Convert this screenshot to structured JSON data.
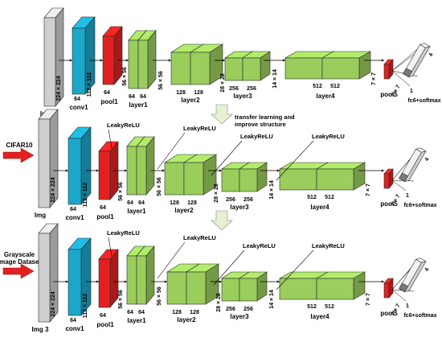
{
  "colors": {
    "img": "#cfcfcf",
    "conv": "#1aa7c9",
    "pool": "#e32020",
    "layer": "#9acd5c",
    "fc": "#f2f2f2",
    "input_arrow": "#e32020",
    "transfer_arrow": "#e6f0d2"
  },
  "rows": [
    {
      "input_label": "",
      "img_label": "Img",
      "img_dims": "224 × 224",
      "conv1": {
        "label": "conv1",
        "channels": "64",
        "dims": "112 × 112"
      },
      "pool1": {
        "label": "pool1",
        "channels": "64",
        "dims": "56 × 56"
      },
      "layer1": {
        "label": "layer1",
        "channels": [
          "64",
          "64"
        ],
        "dims": "56 × 56"
      },
      "layer2": {
        "label": "layer2",
        "channels": [
          "128",
          "128"
        ],
        "dims": "28 × 28"
      },
      "layer3": {
        "label": "layer3",
        "channels": [
          "256",
          "256"
        ],
        "dims": "14 × 14"
      },
      "layer4": {
        "label": "layer4",
        "channels": [
          "512",
          "512"
        ],
        "dims": "7 × 7"
      },
      "pool5": {
        "label": "pool5",
        "dims": "7 × 7"
      },
      "fc": {
        "label": "fc6+softmax",
        "bottom": "1",
        "side": "4"
      },
      "leaky": []
    },
    {
      "input_label": "CIFAR10",
      "img_label": "Img",
      "img_dims": "224 × 224",
      "conv1": {
        "label": "conv1",
        "channels": "64",
        "dims": "112 × 112"
      },
      "pool1": {
        "label": "pool1",
        "channels": "64",
        "dims": "56 × 56"
      },
      "layer1": {
        "label": "layer1",
        "channels": [
          "64",
          "64"
        ],
        "dims": "56 × 56"
      },
      "layer2": {
        "label": "layer2",
        "channels": [
          "128",
          "128"
        ],
        "dims": "28 × 28"
      },
      "layer3": {
        "label": "layer3",
        "channels": [
          "256",
          "256"
        ],
        "dims": "14 × 14"
      },
      "layer4": {
        "label": "layer4",
        "channels": [
          "512",
          "512"
        ],
        "dims": "7 × 7"
      },
      "pool5": {
        "label": "pool5",
        "dims": "7 × 7"
      },
      "fc": {
        "label": "fc6+softmax",
        "bottom": "1",
        "side": "4"
      },
      "leaky": [
        "LeakyReLU",
        "LeakyReLU",
        "LeakyReLU",
        "LeakyReLU"
      ]
    },
    {
      "input_label": "Grayscale\nImage Dataset",
      "img_label": "Img 3",
      "img_dims": "224 × 224",
      "conv1": {
        "label": "conv1",
        "channels": "64",
        "dims": "112 × 112"
      },
      "pool1": {
        "label": "pool1",
        "channels": "64",
        "dims": "56 × 56"
      },
      "layer1": {
        "label": "layer1",
        "channels": [
          "64",
          "64"
        ],
        "dims": "56 × 56"
      },
      "layer2": {
        "label": "layer2",
        "channels": [
          "128",
          "128"
        ],
        "dims": "28 × 28"
      },
      "layer3": {
        "label": "layer3",
        "channels": [
          "256",
          "256"
        ],
        "dims": "14 × 14"
      },
      "layer4": {
        "label": "layer4",
        "channels": [
          "512",
          "512"
        ],
        "dims": "7 × 7"
      },
      "pool5": {
        "label": "pool5",
        "dims": "7 × 7"
      },
      "fc": {
        "label": "fc6+softmax",
        "bottom": "1",
        "side": "4"
      },
      "leaky": [
        "LeakyReLU",
        "LeakyReLU",
        "LeakyReLU",
        "LeakyReLU"
      ]
    }
  ],
  "transfer_text": "transfer learning and\nimprove structure"
}
